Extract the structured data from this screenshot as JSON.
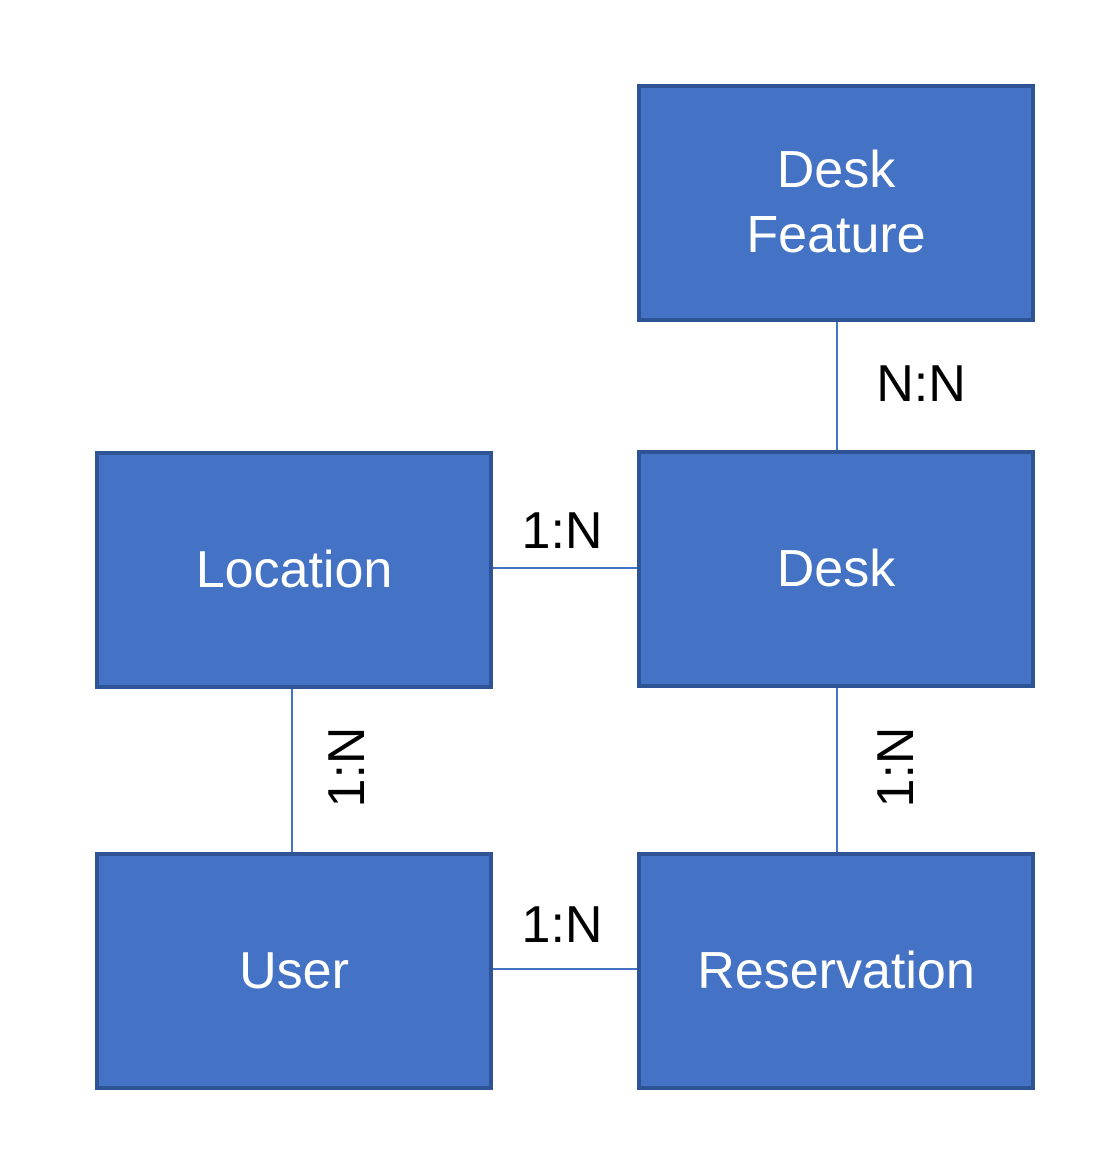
{
  "diagram": {
    "type": "entity-relationship",
    "entities": [
      {
        "id": "desk-feature",
        "label": "Desk\nFeature"
      },
      {
        "id": "location",
        "label": "Location"
      },
      {
        "id": "desk",
        "label": "Desk"
      },
      {
        "id": "user",
        "label": "User"
      },
      {
        "id": "reservation",
        "label": "Reservation"
      }
    ],
    "relationships": [
      {
        "from": "Desk Feature",
        "to": "Desk",
        "cardinality": "N:N",
        "orientation": "vertical"
      },
      {
        "from": "Location",
        "to": "Desk",
        "cardinality": "1:N",
        "orientation": "horizontal"
      },
      {
        "from": "Location",
        "to": "User",
        "cardinality": "1:N",
        "orientation": "vertical"
      },
      {
        "from": "Desk",
        "to": "Reservation",
        "cardinality": "1:N",
        "orientation": "vertical"
      },
      {
        "from": "User",
        "to": "Reservation",
        "cardinality": "1:N",
        "orientation": "horizontal"
      }
    ],
    "colors": {
      "entity_fill": "#4472C4",
      "entity_border": "#2F5496",
      "connector": "#4472C4",
      "entity_text": "#FFFFFF",
      "label_text": "#000000",
      "background": "#FFFFFF"
    }
  }
}
